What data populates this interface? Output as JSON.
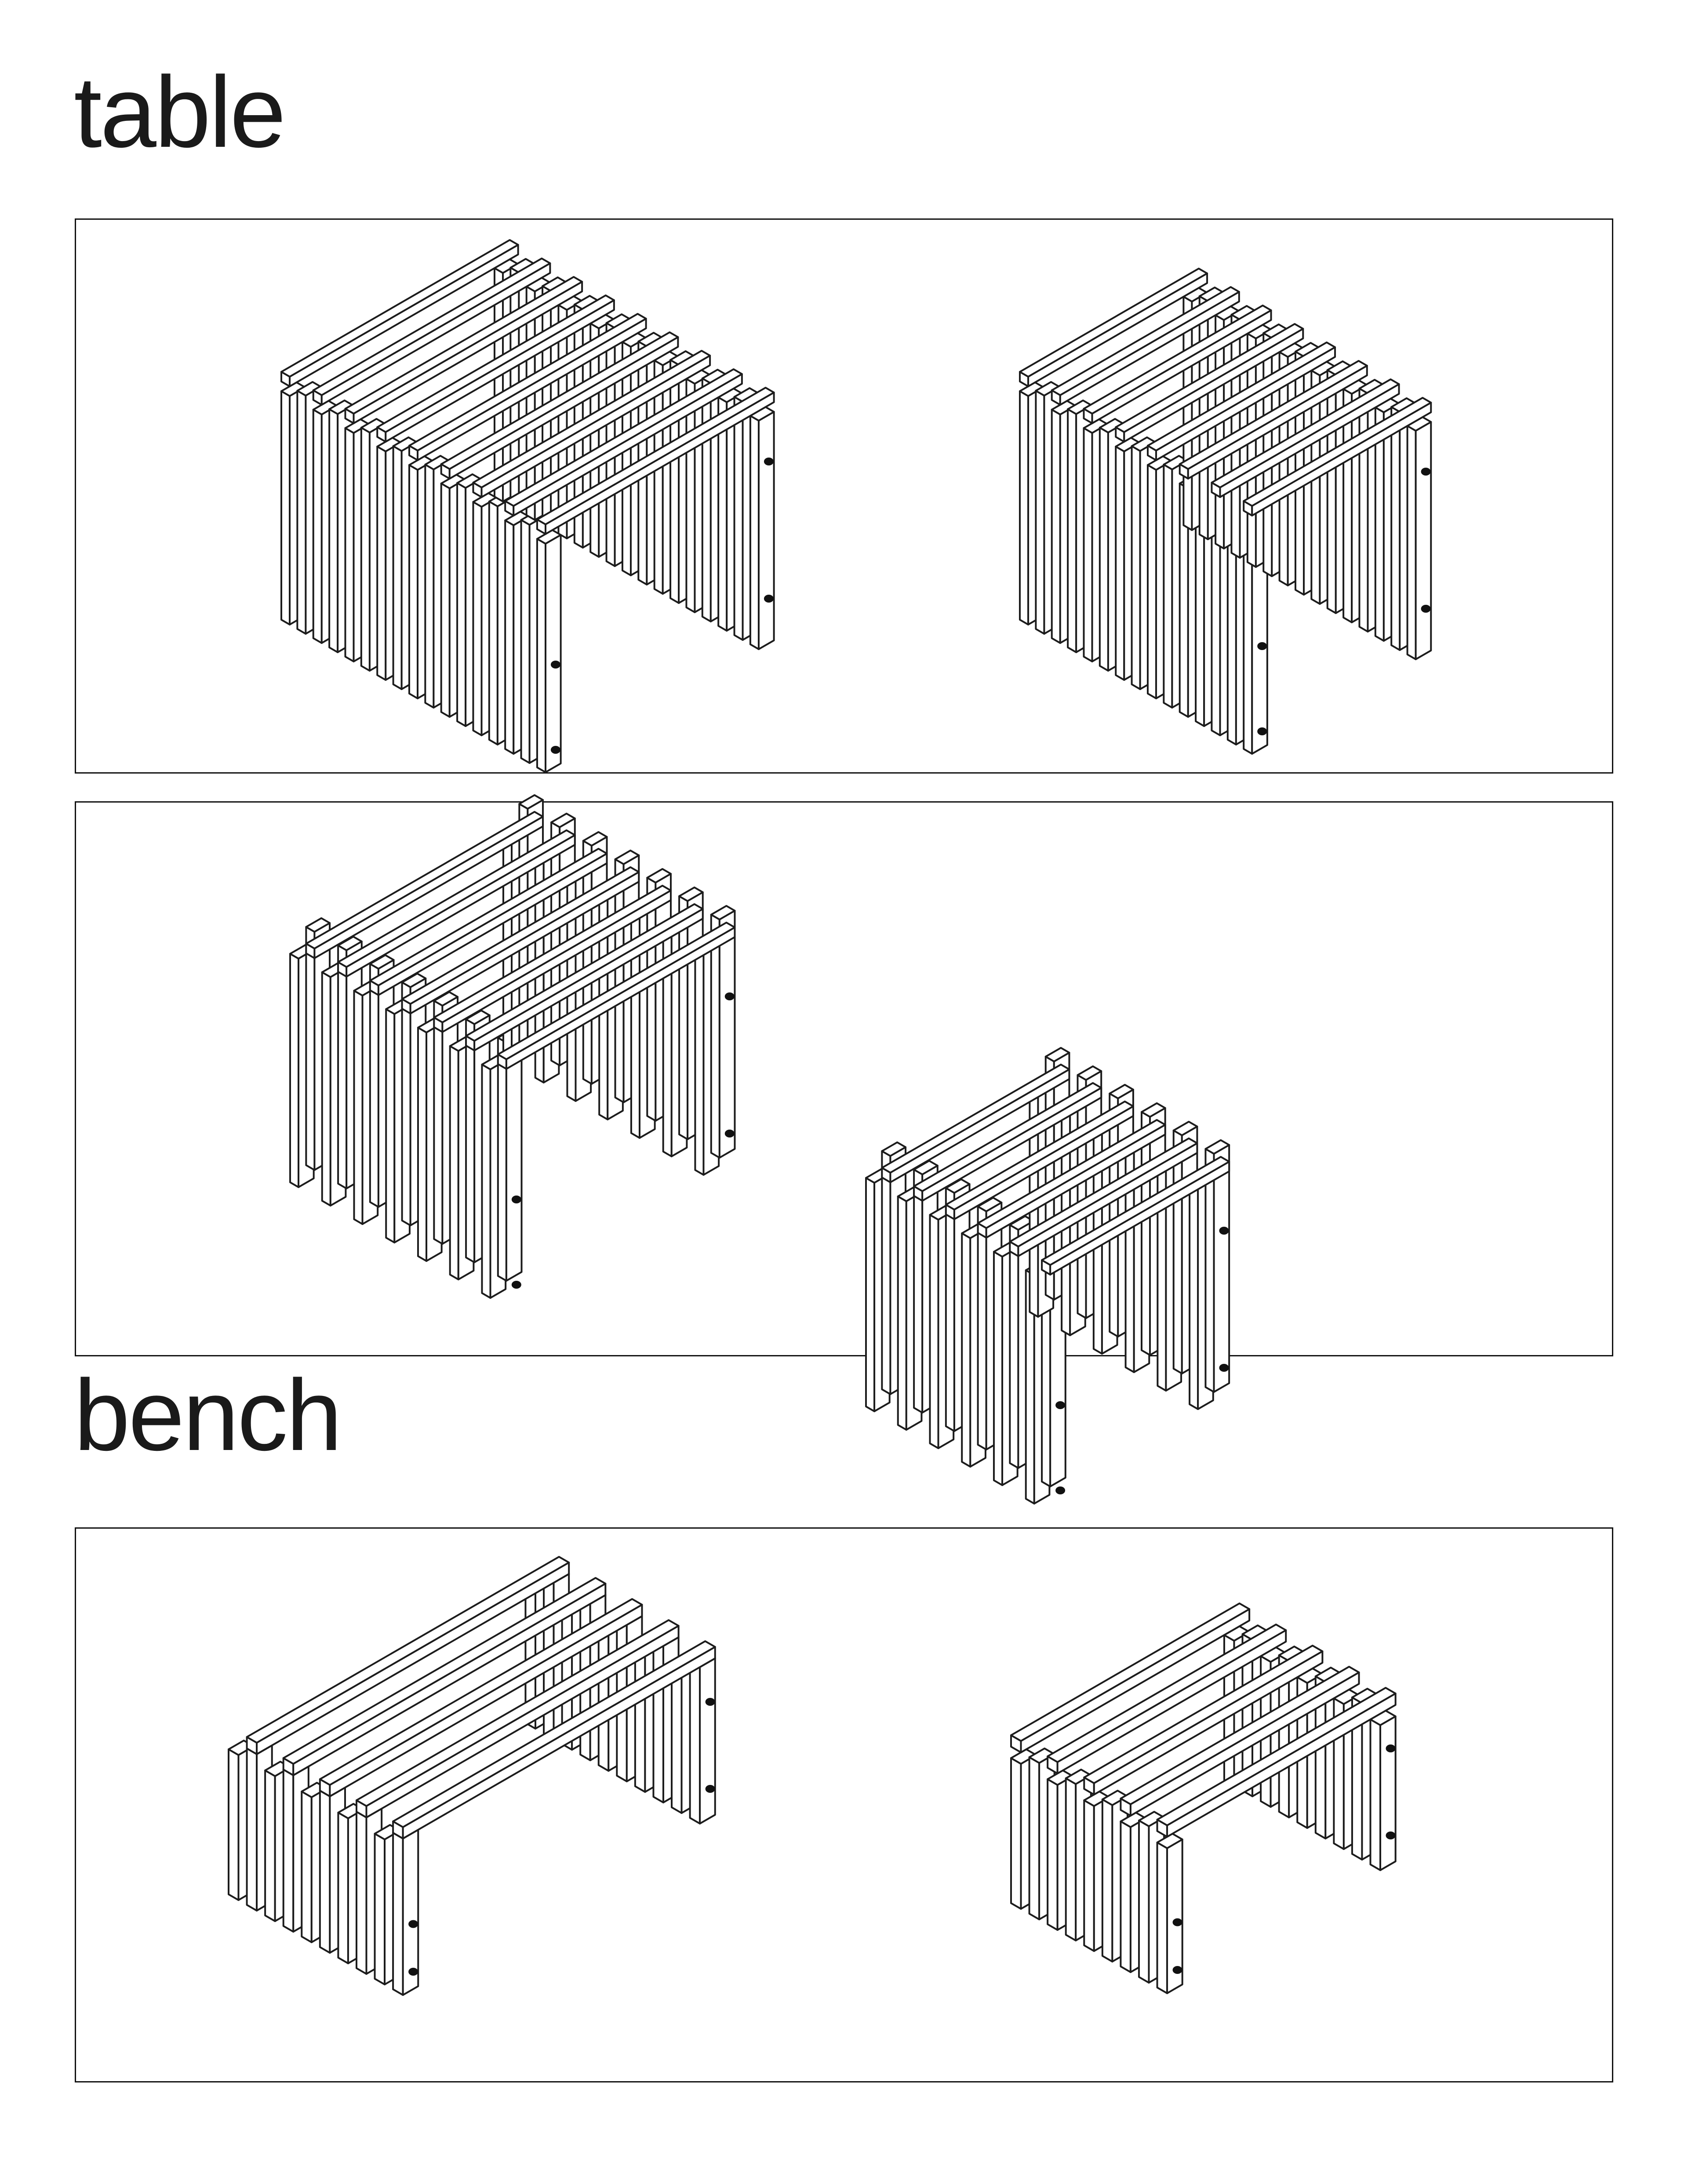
{
  "headings": {
    "table": "table",
    "bench": "bench"
  },
  "colors": {
    "line": "#1c1c1c",
    "background": "#ffffff",
    "text": "#1a1a1a"
  },
  "figures": [
    {
      "id": "table-assembled-long",
      "slats": 17,
      "kind": "table"
    },
    {
      "id": "table-assembled-short",
      "slats": 15,
      "kind": "table"
    },
    {
      "id": "table-exploded-long",
      "slats": 14,
      "kind": "table-exploded"
    },
    {
      "id": "table-exploded-short",
      "slats": 12,
      "kind": "table-exploded"
    },
    {
      "id": "bench-long",
      "slats": 10,
      "kind": "bench"
    },
    {
      "id": "bench-short",
      "slats": 9,
      "kind": "bench"
    }
  ]
}
